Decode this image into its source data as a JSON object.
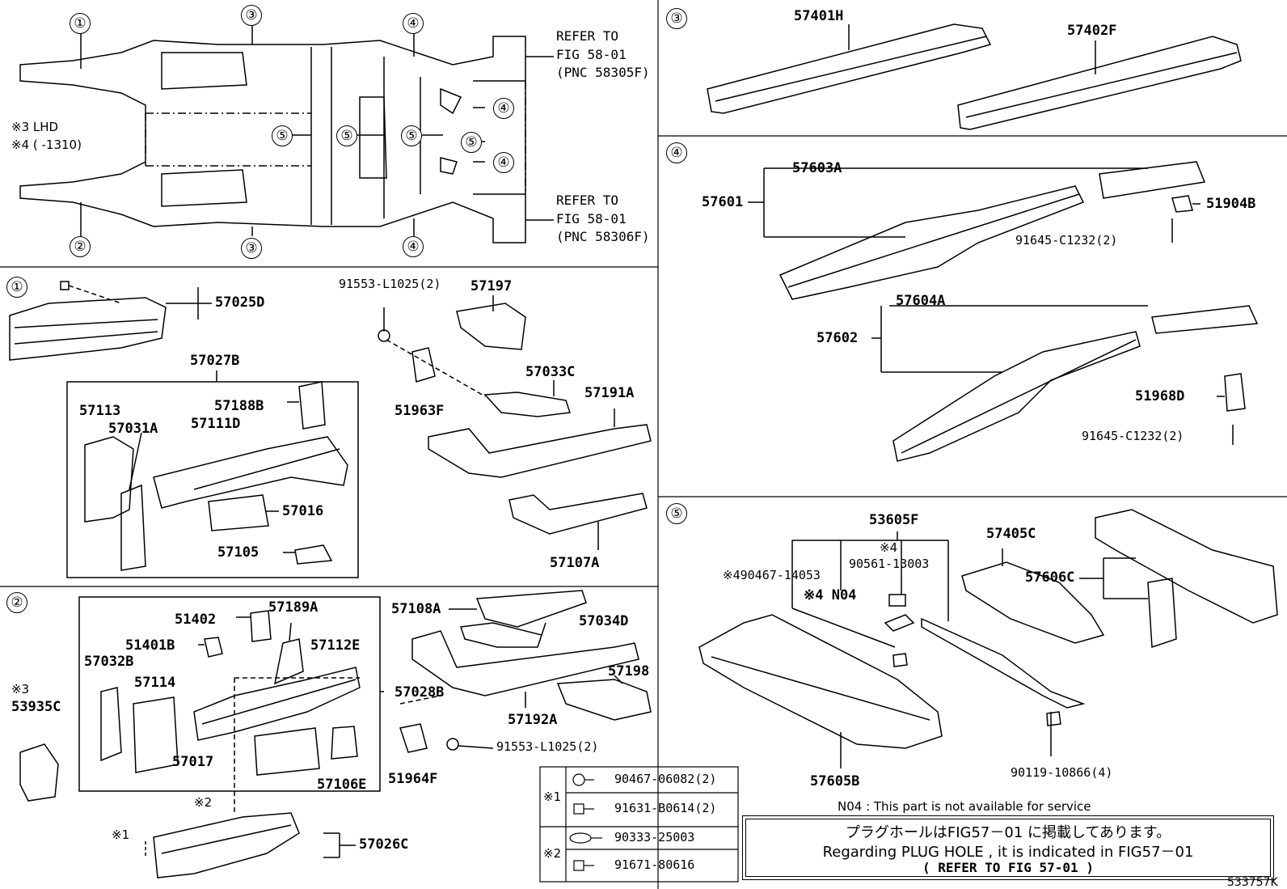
{
  "diagram_id": "533757K",
  "overview": {
    "side_note_1": "※3 LHD",
    "side_note_2": "※4 (      -1310)",
    "refer_top": [
      "REFER TO",
      "FIG 58-01",
      "(PNC 58305F)"
    ],
    "refer_bottom": [
      "REFER TO",
      "FIG 58-01",
      "(PNC 58306F)"
    ],
    "callouts": [
      "①",
      "②",
      "③",
      "③",
      "④",
      "④",
      "④",
      "④",
      "⑤",
      "⑤",
      "⑤",
      "⑤"
    ]
  },
  "section1": {
    "marker": "①",
    "parts": [
      "57025D",
      "57027B",
      "57113",
      "57031A",
      "57111D",
      "57188B",
      "57016",
      "57105",
      "91553-L1025(2)",
      "57197",
      "57033C",
      "57191A",
      "51963F",
      "57107A"
    ]
  },
  "section2": {
    "marker": "②",
    "parts": [
      "51402",
      "57189A",
      "51401B",
      "57112E",
      "57032B",
      "57114",
      "57017",
      "57106E",
      "57108A",
      "57034D",
      "57028B",
      "57198",
      "57192A",
      "91553-L1025(2)",
      "51964F",
      "57026C",
      "53935C"
    ],
    "notes": [
      "※3",
      "※2",
      "※1"
    ]
  },
  "section3": {
    "marker": "③",
    "parts": [
      "57401H",
      "57402F"
    ]
  },
  "section4": {
    "marker": "④",
    "parts": [
      "57603A",
      "57601",
      "51904B",
      "91645-C1232(2)",
      "57604A",
      "57602",
      "51968D",
      "91645-C1232(2)"
    ]
  },
  "section5": {
    "marker": "⑤",
    "parts": [
      "53605F",
      "※4",
      "90561-13003",
      "※490467-14053",
      "※4 N04",
      "57405C",
      "57606C",
      "57605B",
      "90119-10866(4)"
    ]
  },
  "legend": {
    "rows": [
      {
        "group": "※1",
        "part": "90467-06082(2)"
      },
      {
        "group": "※1",
        "part": "91631-B0614(2)"
      },
      {
        "group": "※2",
        "part": "90333-25003"
      },
      {
        "group": "※2",
        "part": "91671-80616"
      }
    ]
  },
  "notes": {
    "n04": "N04 : This part is not available for service",
    "jp": "プラグホールはFIG57－01 に掲載してあります。",
    "en": "Regarding PLUG HOLE , it is indicated in FIG57－01",
    "refer": "(    REFER TO FIG 57-01     )"
  }
}
